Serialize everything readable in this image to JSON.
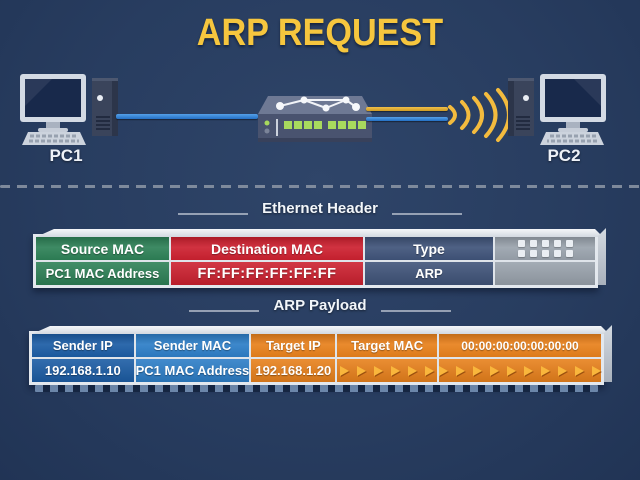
{
  "title": "ARP REQUEST",
  "network": {
    "pc1_label": "PC1",
    "pc2_label": "PC2"
  },
  "ethernet_header": {
    "section_title": "Ethernet Header",
    "columns": [
      {
        "header": "Source MAC",
        "value": "PC1 MAC Address"
      },
      {
        "header": "Destination MAC",
        "value": "FF:FF:FF:FF:FF:FF"
      },
      {
        "header": "Type",
        "value": "ARP"
      },
      {
        "header": "",
        "value": "",
        "icon": "dots-grid-icon"
      }
    ]
  },
  "arp_payload": {
    "section_title": "ARP Payload",
    "columns": [
      {
        "header": "Sender IP",
        "value": "192.168.1.10"
      },
      {
        "header": "Sender MAC",
        "value": "PC1 MAC Address"
      },
      {
        "header": "Target IP",
        "value": "192.168.1.20"
      },
      {
        "header": "Target MAC",
        "icon": "arrow-right-icons",
        "arrow_count": 6
      },
      {
        "header": "00:00:00:00:00:00:00",
        "icon": "arrow-right-icons",
        "arrow_count": 10
      }
    ]
  },
  "colors": {
    "background_navy": "#283d60",
    "title_yellow": "#f6c63e",
    "source_mac_green": "#2e8157",
    "destination_mac_red": "#cd2130",
    "type_slate": "#40547a",
    "filler_gray": "#9aa3ad",
    "sender_ip_blue": "#1c5da5",
    "sender_mac_blue": "#2d7ec7",
    "target_orange": "#e8811c",
    "cable_blue": "#2e7ad0",
    "cable_yellow": "#e0ab2e",
    "switch_led_green": "#a8d95d"
  }
}
